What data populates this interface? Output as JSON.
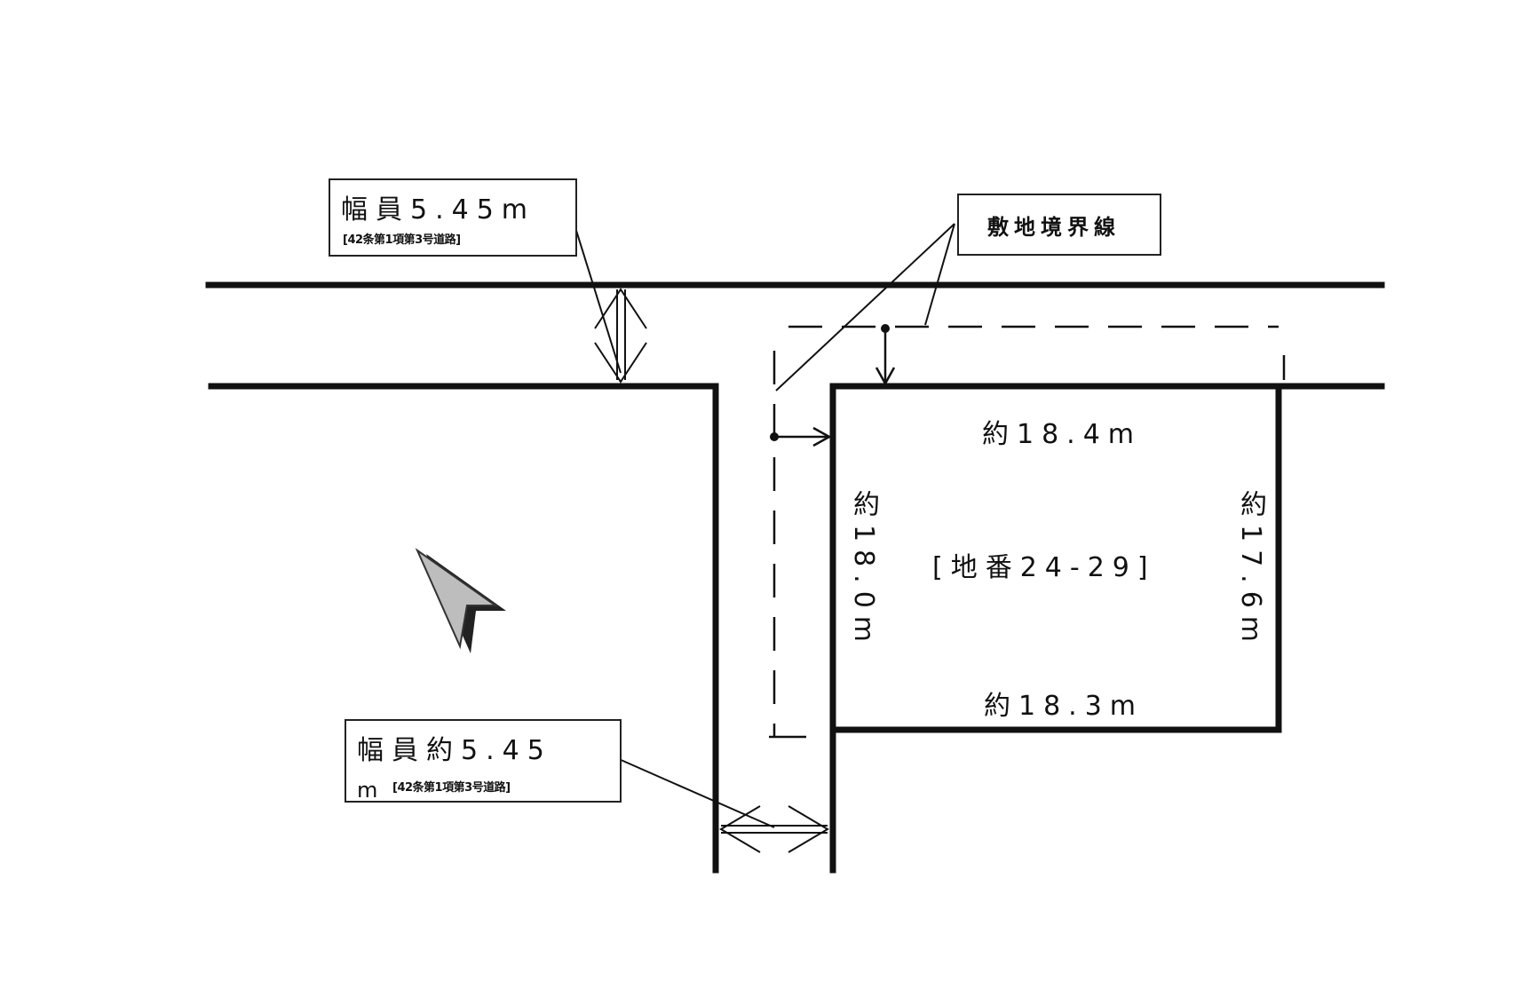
{
  "labels": {
    "road_north_width": "幅員5.45m",
    "road_north_note": "[42条第1項第3号道路]",
    "boundary_line": "敷地境界線",
    "lot_top": "約18.4m",
    "lot_bottom": "約18.3m",
    "lot_left": "約18.0m",
    "lot_right": "約17.6m",
    "lot_number": "[地番24-29]",
    "road_west_width": "幅員約5.45",
    "road_west_unit": "m",
    "road_west_note": "[42条第1項第3号道路]"
  },
  "icons": {
    "north_arrow": "north-arrow-icon"
  },
  "colors": {
    "line": "#111111",
    "arrow_fill": "#bdbdbd",
    "arrow_shadow": "#222222",
    "background": "#ffffff"
  }
}
